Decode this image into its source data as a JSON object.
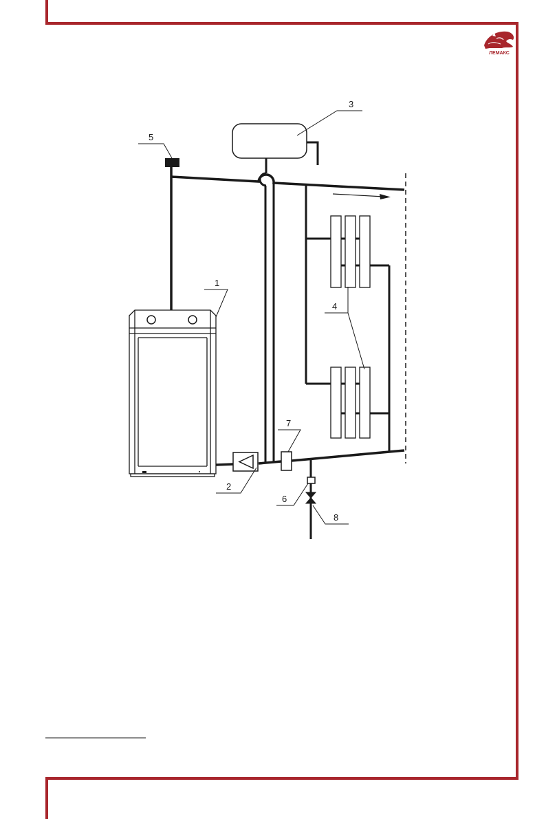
{
  "brand": {
    "name": "ЛЕМАКС",
    "accent_color": "#a8262c",
    "logo_icon": "horse-head-icon"
  },
  "callouts": {
    "boiler": "1",
    "pump": "2",
    "expansion_tank": "3",
    "radiators": "4",
    "air_vent": "5",
    "drain_fitting": "6",
    "filter": "7",
    "valve": "8"
  }
}
